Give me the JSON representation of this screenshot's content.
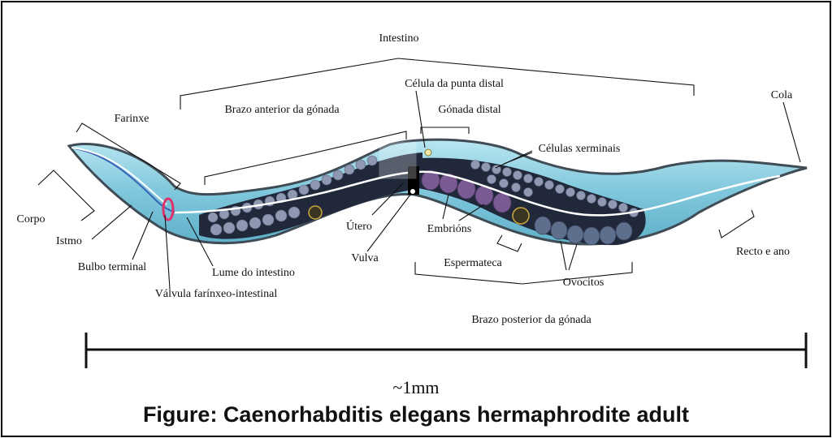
{
  "labels": {
    "intestino": "Intestino",
    "celula_punta_distal": "Célula da punta distal",
    "brazo_anterior": "Brazo anterior da gónada",
    "gonada_distal": "Gónada distal",
    "farinxe": "Farinxe",
    "cola": "Cola",
    "celulas_xerminais": "Células xerminais",
    "corpo": "Corpo",
    "istmo": "Istmo",
    "bulbo_terminal": "Bulbo terminal",
    "lume_intestino": "Lume do intestino",
    "valvula": "Válvula farínxeo-intestinal",
    "utero": "Útero",
    "vulva": "Vulva",
    "embrions": "Embrións",
    "espermateca": "Espermateca",
    "ovocitos": "Ovocitos",
    "recto_ano": "Recto e ano",
    "brazo_posterior": "Brazo posterior da gónada"
  },
  "scale_bar": {
    "label": "~1mm"
  },
  "caption": "Figure: Caenorhabditis elegans hermaphrodite adult",
  "colors": {
    "body_fill": "#8fd0e2",
    "body_outline": "#3f4b55",
    "gonad_dark": "#20283a",
    "germ_cell": "#8e98b0",
    "embryo": "#7a5a92",
    "oocyte": "#5e6f8e",
    "valve": "#e0316a"
  }
}
